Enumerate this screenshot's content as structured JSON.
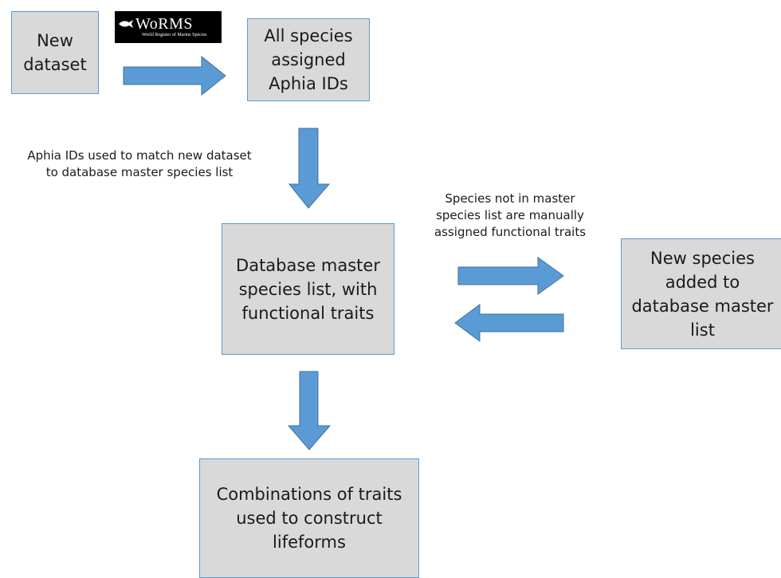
{
  "logo": {
    "name": "WoRMS",
    "subtitle": "World Register of Marine Species"
  },
  "boxes": {
    "new_dataset": "New\ndataset",
    "all_species": "All species\nassigned\nAphia IDs",
    "master_list": "Database master\nspecies list, with\nfunctional traits",
    "new_species": "New species\nadded to\ndatabase master\nlist",
    "combinations": "Combinations of traits\nused to construct\nlifeforms"
  },
  "notes": {
    "aphia_match": "Aphia IDs used to match new dataset\nto database master species list",
    "manual_assign": "Species not in master\nspecies list are manually\nassigned functional traits"
  },
  "colors": {
    "box_fill": "#d9d9d9",
    "box_border": "#5b9bd5",
    "arrow_fill": "#5b9bd5",
    "arrow_stroke": "#41719c"
  }
}
